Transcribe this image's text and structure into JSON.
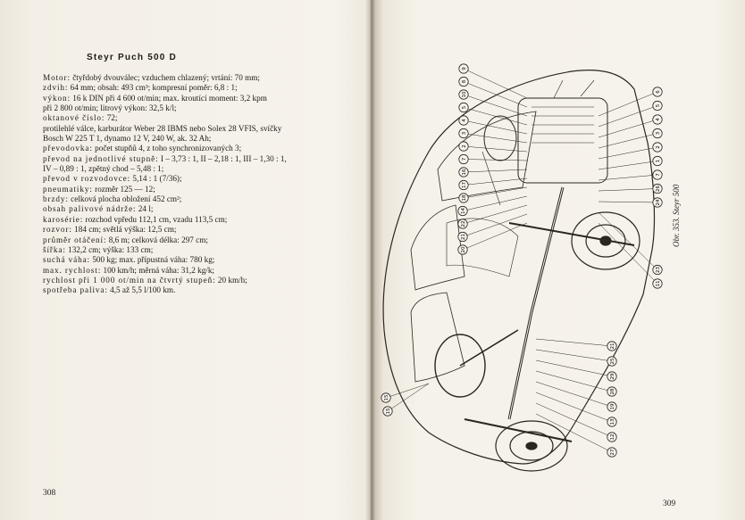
{
  "left_page": {
    "title": "Steyr Puch 500 D",
    "spec_lines": [
      {
        "label": "Motor:",
        "text": " čtyřdobý dvouválec; vzduchem chlazený; vrtání: 70 mm;"
      },
      {
        "label": "zdvih:",
        "text": " 64 mm; obsah: 493 cm³; kompresní poměr: 6,8 : 1;"
      },
      {
        "label": "výkon:",
        "text": " 16 k DIN při 4 600 ot/min; max. kroutící moment: 3,2 kpm"
      },
      {
        "label": "",
        "text": "při 2 800 ot/min; litrový výkon: 32,5 k/l;"
      },
      {
        "label": "oktanové číslo:",
        "text": " 72;"
      },
      {
        "label": "",
        "text": "protilehlé válce, karburátor Weber 28 IBMS nebo Solex 28 VFIS, svíčky"
      },
      {
        "label": "",
        "text": "Bosch W 225 T 1, dynamo 12 V, 240 W, ak. 32 Ah;"
      },
      {
        "label": "převodovka:",
        "text": " počet stupňů 4, z toho synchronizovaných 3;"
      },
      {
        "label": "převod na jednotlivé stupně:",
        "text": " I – 3,73 : 1, II – 2,18 : 1, III – 1,30 : 1,"
      },
      {
        "label": "",
        "text": "IV – 0,89 : 1, zpětný chod – 5,48 : 1;"
      },
      {
        "label": "převod v rozvodovce:",
        "text": " 5,14 : 1 (7/36);"
      },
      {
        "label": "pneumatiky:",
        "text": " rozměr 125 — 12;"
      },
      {
        "label": "brzdy:",
        "text": " celková plocha obložení 452 cm²;"
      },
      {
        "label": "obsah palivové nádrže:",
        "text": " 24 l;"
      },
      {
        "label": "karosérie:",
        "text": " rozchod vpředu 112,1 cm, vzadu 113,5 cm;"
      },
      {
        "label": "rozvor:",
        "text": " 184 cm; světlá výška: 12,5 cm;"
      },
      {
        "label": "průměr otáčení:",
        "text": " 8,6 m; celková délka: 297 cm;"
      },
      {
        "label": "šířka:",
        "text": " 132,2 cm; výška: 133 cm;"
      },
      {
        "label": "suchá váha:",
        "text": " 500 kg; max. přípustná váha: 780 kg;"
      },
      {
        "label": "max. rychlost:",
        "text": " 100 km/h; měrná váha: 31,2 kg/k;"
      },
      {
        "label": "rychlost při 1 000 ot/min na čtvrtý stupeň:",
        "text": " 20 km/h;"
      },
      {
        "label": "spotřeba paliva:",
        "text": " 4,5 až 5,5 l/100 km."
      }
    ],
    "page_number": "308"
  },
  "right_page": {
    "caption": "Obr. 353. Steyr 500",
    "page_number": "309",
    "callouts_right": [
      "6",
      "5",
      "4",
      "3",
      "2",
      "1",
      "7",
      "26",
      "24",
      "23",
      "11"
    ],
    "callouts_left": [
      "9",
      "8",
      "10",
      "5",
      "4",
      "3",
      "2",
      "7",
      "16",
      "17",
      "18",
      "14",
      "22",
      "21",
      "20"
    ],
    "callouts_bottom": [
      "21",
      "25",
      "29",
      "28",
      "19",
      "13",
      "12",
      "27"
    ],
    "callouts_far_left": [
      "15",
      "15"
    ]
  }
}
